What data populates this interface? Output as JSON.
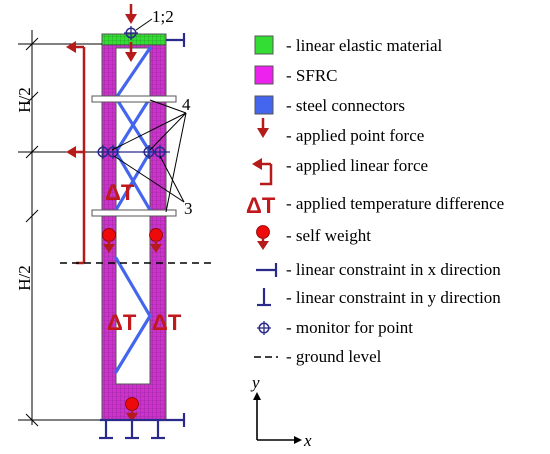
{
  "colors": {
    "linear_elastic": "#33dd33",
    "sfrc": "#cc33cc",
    "steel_connectors": "#4466ee",
    "force": "#b51b1b",
    "constraint": "#2a2a8a",
    "outline": "#555555"
  },
  "labels": {
    "top_points": "1;2",
    "connectors": "4",
    "monitors": "3",
    "half_height_upper": "H/2",
    "half_height_lower": "H/2",
    "delta_t": "ΔT",
    "axis_y": "y",
    "axis_x": "x"
  },
  "legend": [
    {
      "icon": "green-square-icon",
      "text": "- linear elastic material"
    },
    {
      "icon": "magenta-square-icon",
      "text": "- SFRC"
    },
    {
      "icon": "blue-square-icon",
      "text": "- steel connectors"
    },
    {
      "icon": "point-force-arrow-icon",
      "text": "- applied point force"
    },
    {
      "icon": "linear-force-arrow-icon",
      "text": "- applied linear force"
    },
    {
      "icon": "delta-t-icon",
      "text": "- applied temperature difference"
    },
    {
      "icon": "self-weight-icon",
      "text": "- self weight"
    },
    {
      "icon": "x-constraint-icon",
      "text": "- linear constraint in x direction"
    },
    {
      "icon": "y-constraint-icon",
      "text": "- linear constraint in y direction"
    },
    {
      "icon": "monitor-point-icon",
      "text": "- monitor for point"
    },
    {
      "icon": "ground-line-icon",
      "text": "- ground level"
    }
  ]
}
